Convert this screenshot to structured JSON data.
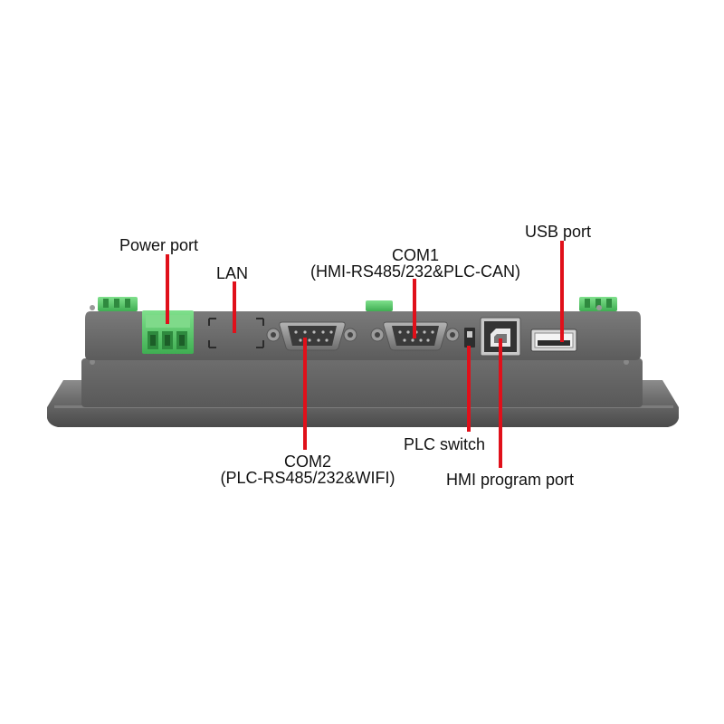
{
  "labels": {
    "power_port": "Power port",
    "lan": "LAN",
    "com1": "COM1",
    "com1_detail": "(HMI-RS485/232&PLC-CAN)",
    "usb_port": "USB port",
    "com2": "COM2",
    "com2_detail": "(PLC-RS485/232&WIFI)",
    "plc_switch": "PLC switch",
    "hmi_program_port": "HMI program port"
  },
  "colors": {
    "callout_line": "#e0101a",
    "housing": "#6a6a6a",
    "connector_green": "#5cc66a"
  }
}
